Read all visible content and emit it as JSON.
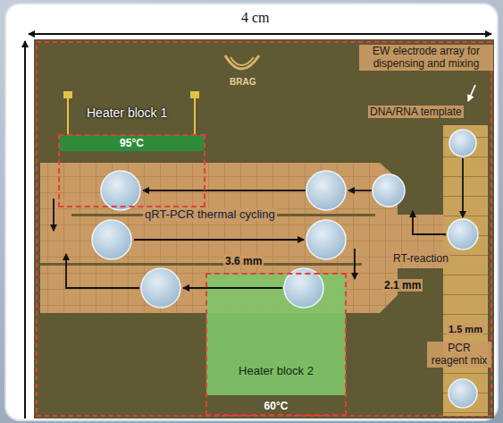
{
  "diagram": {
    "nodes": [
      {
        "text": [
          "Heater block 1",
          "95°C"
        ]
      },
      {
        "text": [
          "Heater block 2",
          "60°C"
        ]
      }
    ],
    "labels": [
      "4 cm",
      "EW electrode array for dispensing and mixing",
      "BRAG",
      "DNA/RNA template",
      "qRT-PCR thermal cycling",
      "RT-reaction",
      "3.6 mm",
      "2.1 mm",
      "1.5 mm",
      "PCR reagent mix"
    ]
  }
}
